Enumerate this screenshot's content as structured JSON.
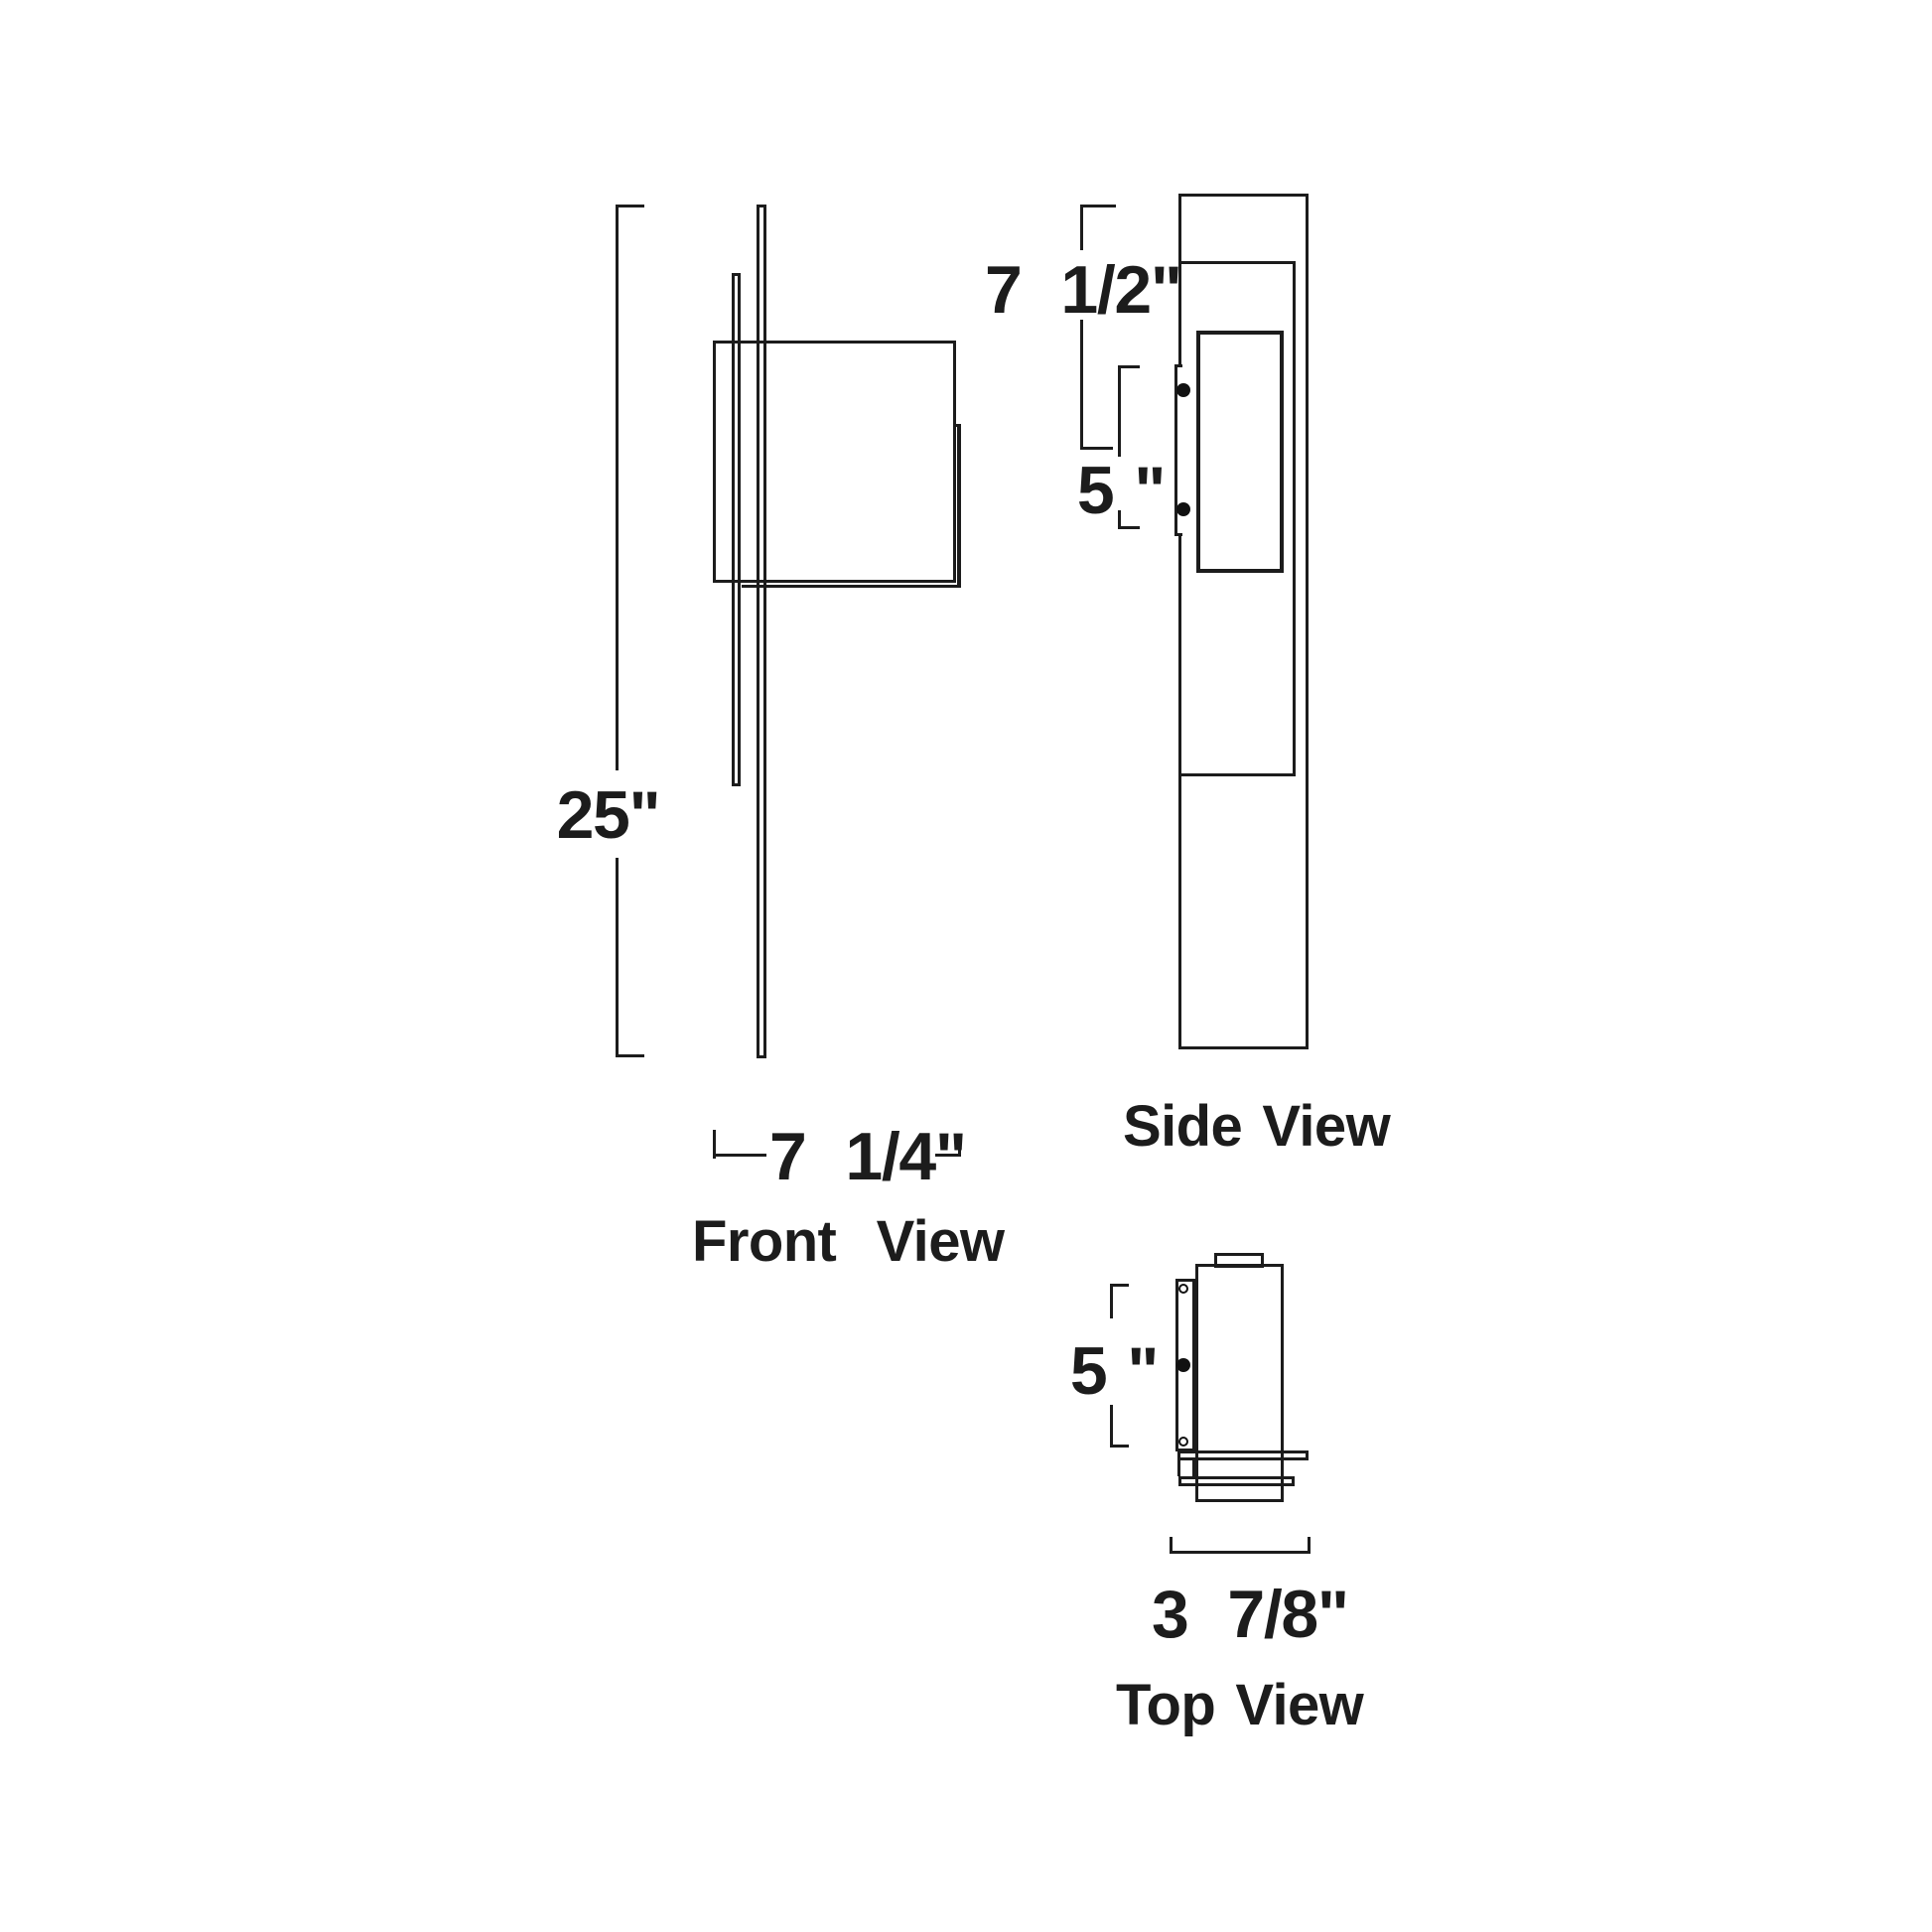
{
  "drawing": {
    "colors": {
      "line": "#1c1c1c",
      "background": "#ffffff"
    },
    "views": {
      "front": {
        "label": "Front  View",
        "height_dim": "25\"",
        "width_dim": "7 1/4\""
      },
      "side": {
        "label": "Side View",
        "backplate_dim": "7 1/2\"",
        "mount_dim": "5 \""
      },
      "top": {
        "label": "Top View",
        "mount_dim": "5 \"",
        "depth_dim": "3 7/8\""
      }
    }
  }
}
